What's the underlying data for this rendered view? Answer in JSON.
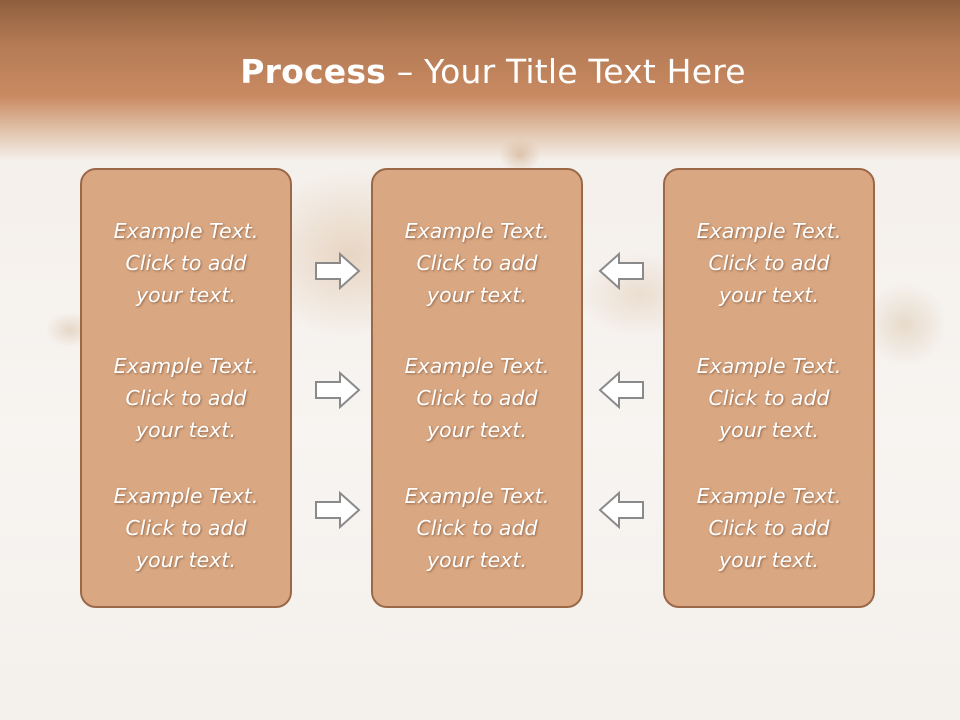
{
  "slide": {
    "title_strong": "Process",
    "title_rest": " – Your Title Text Here"
  },
  "columns": [
    {
      "items": [
        {
          "line1": "Example Text.",
          "line2": "Click  to add",
          "line3": "your text."
        },
        {
          "line1": "Example Text.",
          "line2": "Click  to add",
          "line3": "your text."
        },
        {
          "line1": "Example Text.",
          "line2": "Click  to add",
          "line3": "your text."
        }
      ]
    },
    {
      "items": [
        {
          "line1": "Example Text.",
          "line2": "Click  to add",
          "line3": "your text."
        },
        {
          "line1": "Example Text.",
          "line2": "Click  to add",
          "line3": "your text."
        },
        {
          "line1": "Example Text.",
          "line2": "Click  to add",
          "line3": "your text."
        }
      ]
    },
    {
      "items": [
        {
          "line1": "Example Text.",
          "line2": "Click  to add",
          "line3": "your text."
        },
        {
          "line1": "Example Text.",
          "line2": "Click  to add",
          "line3": "your text."
        },
        {
          "line1": "Example Text.",
          "line2": "Click  to add",
          "line3": "your text."
        }
      ]
    }
  ],
  "arrows": {
    "left_group": "arrow-right-icon",
    "right_group": "arrow-left-icon"
  },
  "colors": {
    "header": "#c98a62",
    "card_fill": "#d9a883",
    "card_border": "#9b6848",
    "text": "#ffffff"
  }
}
